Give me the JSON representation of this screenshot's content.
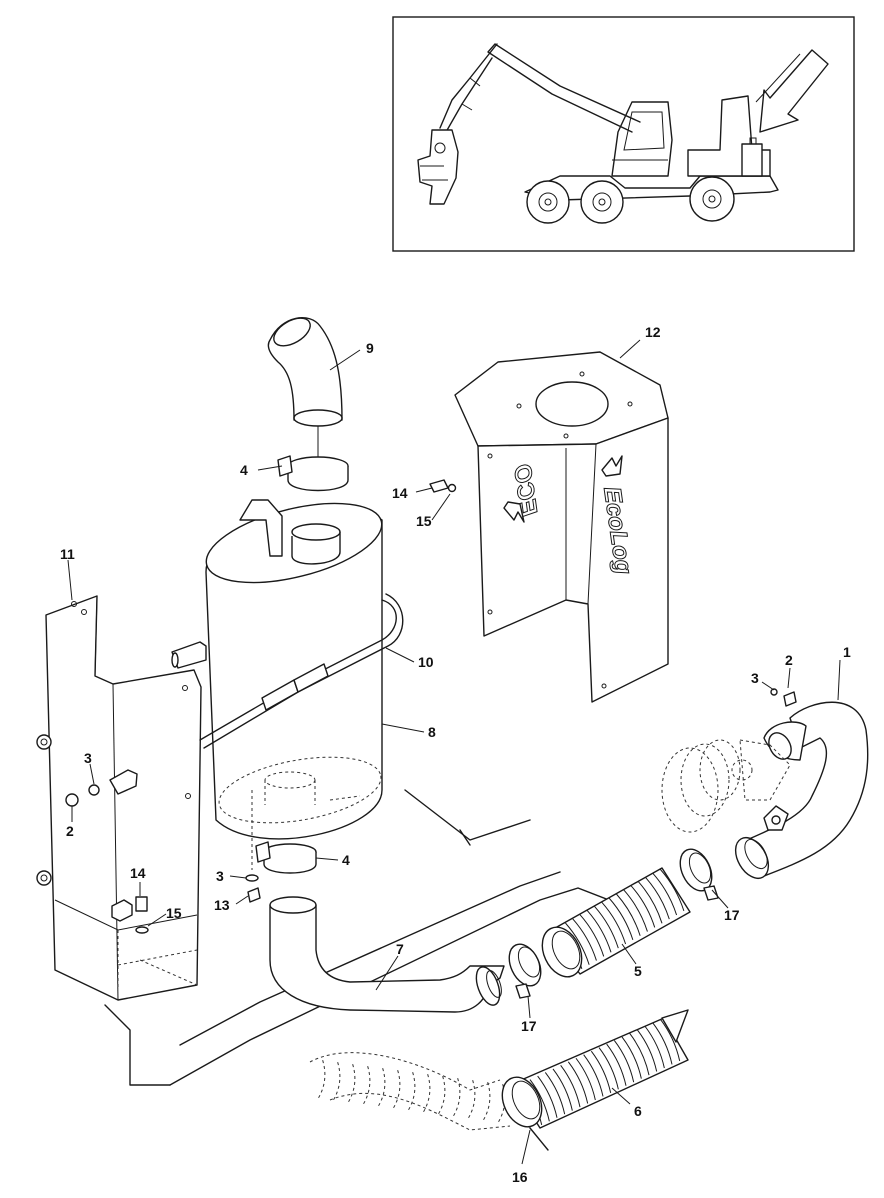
{
  "diagram": {
    "brand_text": "EcoLog",
    "brand_text_mirrored": "ECO",
    "callouts": {
      "c1": "1",
      "c2a": "2",
      "c2b": "2",
      "c3a": "3",
      "c3b": "3",
      "c3c": "3",
      "c4a": "4",
      "c4b": "4",
      "c5": "5",
      "c6": "6",
      "c7": "7",
      "c8": "8",
      "c9": "9",
      "c10": "10",
      "c11": "11",
      "c12": "12",
      "c13": "13",
      "c14a": "14",
      "c14b": "14",
      "c15a": "15",
      "c15b": "15",
      "c16": "16",
      "c17a": "17",
      "c17b": "17"
    }
  }
}
